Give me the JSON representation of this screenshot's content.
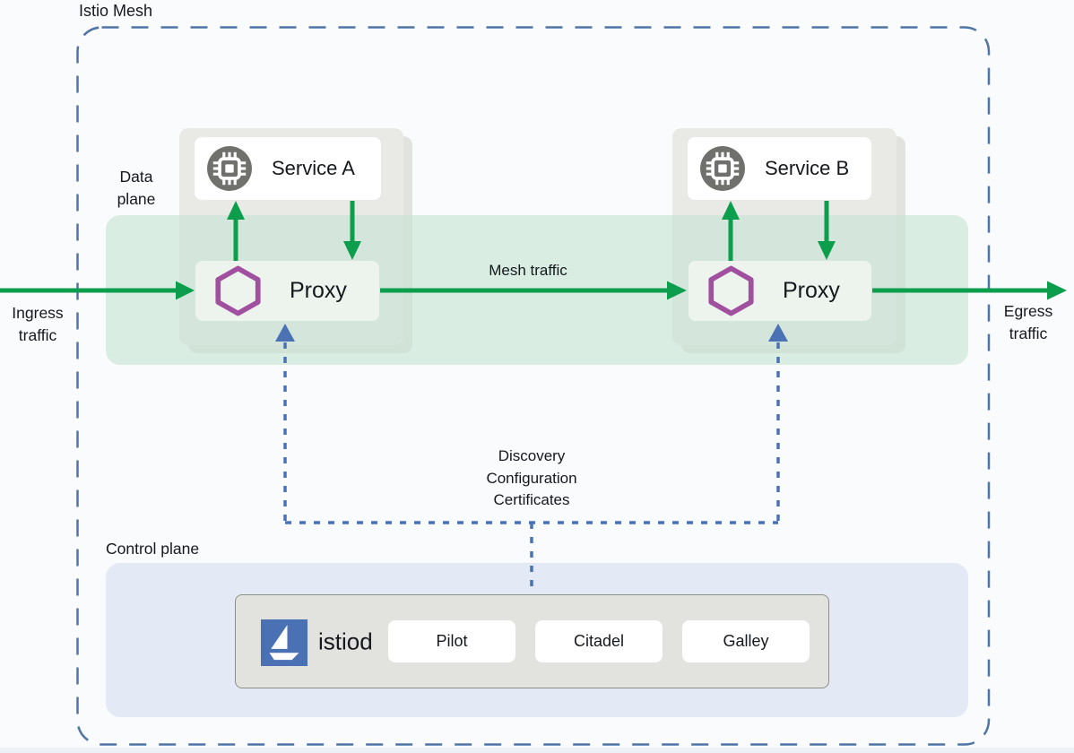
{
  "labels": {
    "istio_mesh": "Istio Mesh",
    "data_plane": "Data plane",
    "control_plane": "Control plane",
    "ingress": "Ingress traffic",
    "egress": "Egress traffic",
    "mesh_traffic": "Mesh traffic",
    "istiod_link": "Discovery\nConfiguration\nCertificates"
  },
  "services": [
    {
      "name": "Service A",
      "icon": "cpu-chip-icon"
    },
    {
      "name": "Service B",
      "icon": "cpu-chip-icon"
    }
  ],
  "proxies": [
    {
      "label": "Proxy",
      "icon": "envoy-hexagon-icon"
    },
    {
      "label": "Proxy",
      "icon": "envoy-hexagon-icon"
    }
  ],
  "istiod": {
    "label": "istiod",
    "icon": "istio-sail-icon",
    "components": [
      {
        "label": "Pilot"
      },
      {
        "label": "Citadel"
      },
      {
        "label": "Galley"
      }
    ]
  },
  "colors": {
    "mesh_border_blue": "#4f74a5",
    "traffic_green": "#0d9e4d",
    "control_link_blue": "#4a72b4",
    "data_plane_band": "#ddece4",
    "control_plane_band": "#e4e9f6",
    "workload_group_gray": "#e9e9e6",
    "proxy_fill": "#edf4ee",
    "envoy_purple": "#a14f9f",
    "istio_blue": "#4a71b4",
    "service_icon_gray": "#70706c"
  }
}
